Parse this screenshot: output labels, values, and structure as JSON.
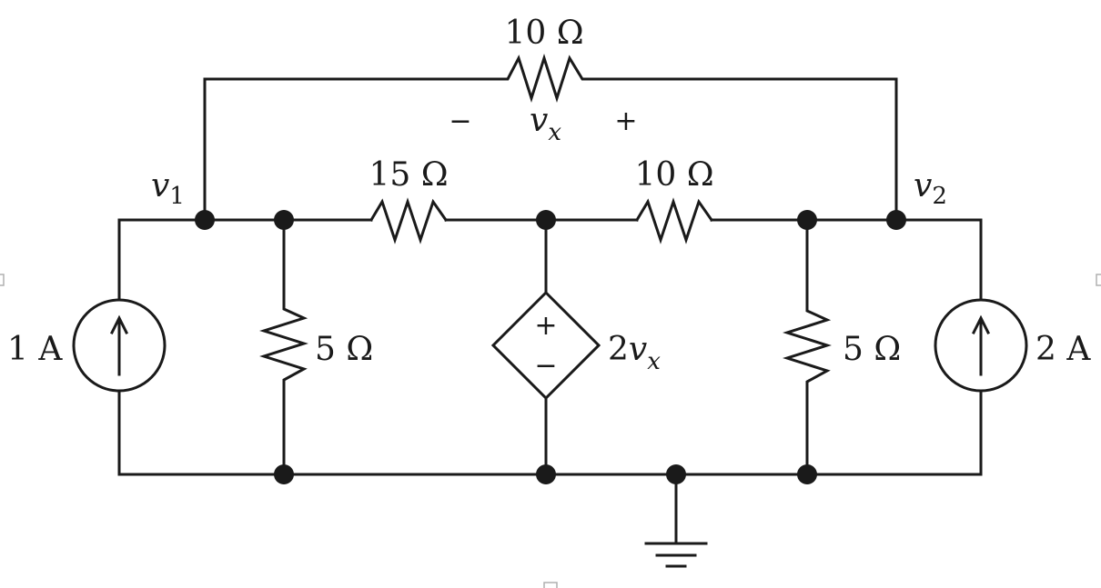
{
  "labels": {
    "top_resistor": "10 Ω",
    "vx_minus": "−",
    "vx_var": "v",
    "vx_sub": "x",
    "vx_plus": "+",
    "node_v1_var": "v",
    "node_v1_sub": "1",
    "node_v2_var": "v",
    "node_v2_sub": "2",
    "r15": "15 Ω",
    "r10_mid": "10 Ω",
    "r5_left": "5 Ω",
    "r5_right": "5 Ω",
    "source_left": "1 A",
    "source_right": "2 A",
    "dep_plus": "+",
    "dep_minus": "−",
    "dep_coef": "2",
    "dep_var": "v",
    "dep_sub": "x"
  }
}
